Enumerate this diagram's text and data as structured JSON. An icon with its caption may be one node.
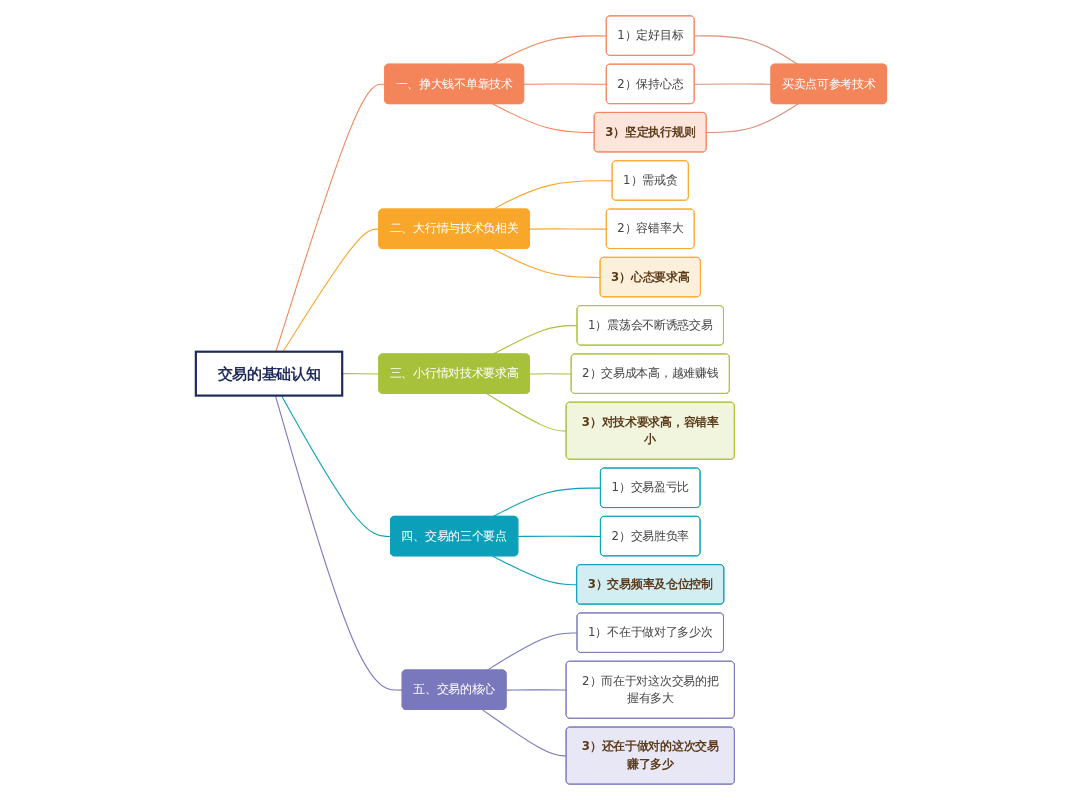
{
  "diagram": {
    "nodes": [
      {
        "text": [
          "交易的基础认知"
        ]
      },
      {
        "text": [
          "一、挣大钱不单靠技术"
        ]
      },
      {
        "text": [
          "1）定好目标"
        ]
      },
      {
        "text": [
          "2）保持心态"
        ]
      },
      {
        "text": [
          "3）坚定执行规则"
        ]
      },
      {
        "text": [
          "买卖点可参考技术"
        ]
      },
      {
        "text": [
          "二、大行情与技术负相关"
        ]
      },
      {
        "text": [
          "1）需戒贪"
        ]
      },
      {
        "text": [
          "2）容错率大"
        ]
      },
      {
        "text": [
          "3）心态要求高"
        ]
      },
      {
        "text": [
          "三、小行情对技术要求高"
        ]
      },
      {
        "text": [
          "1）震荡会不断诱惑交易"
        ]
      },
      {
        "text": [
          "2）交易成本高，越难赚钱"
        ]
      },
      {
        "text": [
          "3）对技术要求高，容错率小"
        ]
      },
      {
        "text": [
          "四、交易的三个要点"
        ]
      },
      {
        "text": [
          "1）交易盈亏比"
        ]
      },
      {
        "text": [
          "2）交易胜负率"
        ]
      },
      {
        "text": [
          "3）交易频率及仓位控制"
        ]
      },
      {
        "text": [
          "五、交易的核心"
        ]
      },
      {
        "text": [
          "1）不在于做对了多少次"
        ]
      },
      {
        "text": [
          "2）而在于对这次交易的把握有多大"
        ]
      },
      {
        "text": [
          "3）还在于做对的这次交易赚了多少"
        ]
      }
    ],
    "edges": [
      {
        "from": 0,
        "to": 1,
        "arrow": "none",
        "color": "#f4845a"
      },
      {
        "from": 1,
        "to": 2,
        "arrow": "none",
        "color": "#f4845a"
      },
      {
        "from": 1,
        "to": 3,
        "arrow": "none",
        "color": "#f4845a"
      },
      {
        "from": 1,
        "to": 4,
        "arrow": "none",
        "color": "#f4845a"
      },
      {
        "from": 2,
        "to": 5,
        "arrow": "none",
        "color": "#d98f7a"
      },
      {
        "from": 3,
        "to": 5,
        "arrow": "none",
        "color": "#d98f7a"
      },
      {
        "from": 4,
        "to": 5,
        "arrow": "none",
        "color": "#d98f7a"
      },
      {
        "from": 0,
        "to": 6,
        "arrow": "none",
        "color": "#f9a72b"
      },
      {
        "from": 6,
        "to": 7,
        "arrow": "none",
        "color": "#f9a72b"
      },
      {
        "from": 6,
        "to": 8,
        "arrow": "none",
        "color": "#f9a72b"
      },
      {
        "from": 6,
        "to": 9,
        "arrow": "none",
        "color": "#f9a72b"
      },
      {
        "from": 0,
        "to": 10,
        "arrow": "none",
        "color": "#a7c23a"
      },
      {
        "from": 10,
        "to": 11,
        "arrow": "none",
        "color": "#a7c23a"
      },
      {
        "from": 10,
        "to": 12,
        "arrow": "none",
        "color": "#a7c23a"
      },
      {
        "from": 10,
        "to": 13,
        "arrow": "none",
        "color": "#a7c23a"
      },
      {
        "from": 0,
        "to": 14,
        "arrow": "none",
        "color": "#0b9fb9"
      },
      {
        "from": 14,
        "to": 15,
        "arrow": "none",
        "color": "#0b9fb9"
      },
      {
        "from": 14,
        "to": 16,
        "arrow": "none",
        "color": "#0b9fb9"
      },
      {
        "from": 14,
        "to": 17,
        "arrow": "none",
        "color": "#0b9fb9"
      },
      {
        "from": 0,
        "to": 18,
        "arrow": "none",
        "color": "#7a78bd"
      },
      {
        "from": 18,
        "to": 19,
        "arrow": "none",
        "color": "#7a78bd"
      },
      {
        "from": 18,
        "to": 20,
        "arrow": "none",
        "color": "#7a78bd"
      },
      {
        "from": 18,
        "to": 21,
        "arrow": "none",
        "color": "#7a78bd"
      }
    ]
  }
}
